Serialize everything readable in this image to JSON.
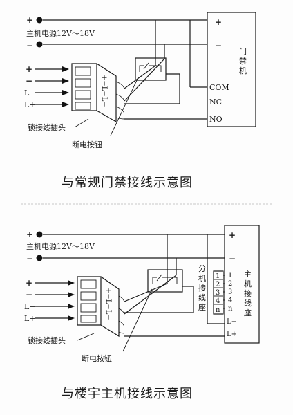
{
  "top": {
    "plus": "+",
    "minus": "−",
    "power_label": "主机电源12V～18V",
    "inputs": [
      "+",
      "−",
      "L−",
      "L+"
    ],
    "plug_label": "锁接线插头",
    "button_label": "断电按钮",
    "plug_marks": "+−L−L+",
    "box": {
      "plus": "+",
      "minus": "−",
      "title": "门禁机",
      "com": "COM",
      "nc": "NC",
      "no": "NO"
    },
    "title": "与常规门禁接线示意图"
  },
  "bottom": {
    "plus": "+",
    "minus": "−",
    "power_label": "主机电源12V～18V",
    "inputs": [
      "+",
      "−",
      "L−",
      "L+"
    ],
    "plug_label": "锁接线插头",
    "button_label": "断电按钮",
    "plug_marks": "+−L−L+",
    "sub_title": "分机接线座",
    "sub_pins": [
      "1",
      "2",
      "3",
      "4",
      "n"
    ],
    "host_pins": [
      "1",
      "2",
      "3",
      "4",
      "n",
      "L−",
      "L+"
    ],
    "box": {
      "plus": "+",
      "minus": "−",
      "title": "主机接线座"
    },
    "title": "与楼宇主机接线示意图"
  }
}
